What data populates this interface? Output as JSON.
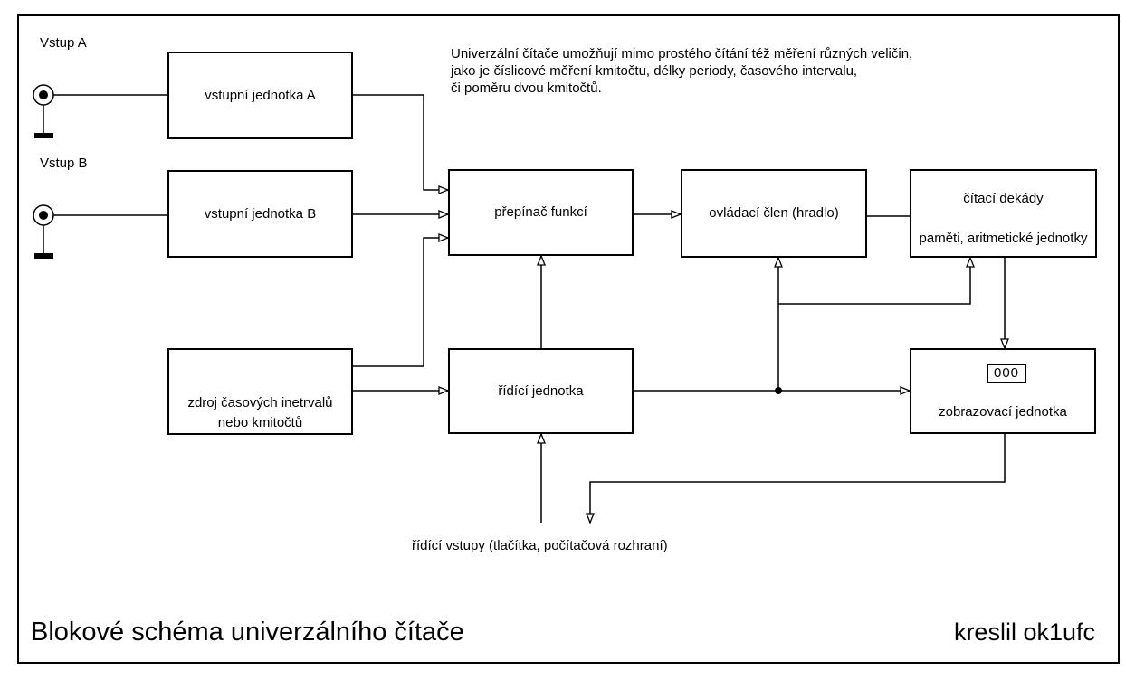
{
  "note": {
    "line1": "Univerzální čítače umožňují mimo prostého čítání též měření různých veličin,",
    "line2": "jako je číslicové měření kmitočtu, délky periody, časového intervalu,",
    "line3": "či poměru dvou kmitočtů."
  },
  "inputs": {
    "a_label": "Vstup A",
    "b_label": "Vstup B"
  },
  "blocks": {
    "input_unit_a": {
      "label": "vstupní jednotka A"
    },
    "input_unit_b": {
      "label": "vstupní jednotka B"
    },
    "function_switch": {
      "label": "přepínač funkcí"
    },
    "control_gate": {
      "label": "ovládací člen (hradlo)"
    },
    "counting_decades": {
      "label_line1": "čítací dekády",
      "label_line2": "paměti, aritmetické jednotky"
    },
    "timebase_source": {
      "label_line1": "zdroj časových inetrvalů",
      "label_line2": "nebo kmitočtů"
    },
    "control_unit": {
      "label": "řídící jednotka"
    },
    "display_unit": {
      "label": "zobrazovací jednotka",
      "display_value": "000"
    }
  },
  "control_inputs_label": "řídící vstupy (tlačítka, počítačová rozhraní)",
  "footer": {
    "title": "Blokové schéma univerzálního čítače",
    "credit": "kreslil ok1ufc"
  },
  "colors": {
    "line": "#000000",
    "background": "#ffffff"
  }
}
